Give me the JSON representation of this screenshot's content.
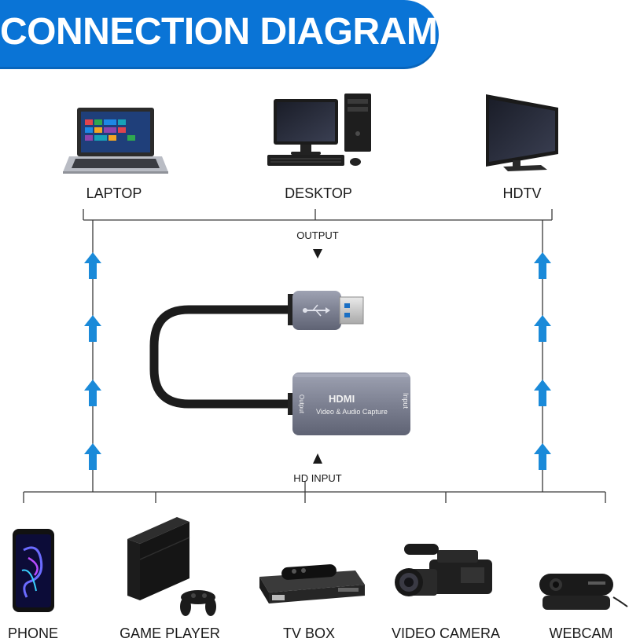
{
  "title": "CONNECTION DIAGRAM",
  "outputs": {
    "label": "OUTPUT",
    "devices": [
      {
        "name": "LAPTOP",
        "icon": "laptop-icon"
      },
      {
        "name": "DESKTOP",
        "icon": "desktop-computer-icon"
      },
      {
        "name": "HDTV",
        "icon": "tv-icon"
      }
    ]
  },
  "inputs": {
    "label": "HD INPUT",
    "devices": [
      {
        "name": "PHONE",
        "icon": "smartphone-icon"
      },
      {
        "name": "GAME PLAYER",
        "icon": "game-console-icon"
      },
      {
        "name": "TV BOX",
        "icon": "tv-box-icon"
      },
      {
        "name": "VIDEO CAMERA",
        "icon": "video-camera-icon"
      },
      {
        "name": "WEBCAM",
        "icon": "webcam-icon"
      }
    ]
  },
  "device": {
    "brand": "HDMI",
    "caption": "Video & Audio Capture",
    "port_output": "Output",
    "port_input": "Input",
    "connector": "usb-connector-icon"
  },
  "colors": {
    "accent": "#0a74d6",
    "arrow": "#1a8ad9",
    "line": "#3a3a3a",
    "device_body": "#7b7f90"
  }
}
